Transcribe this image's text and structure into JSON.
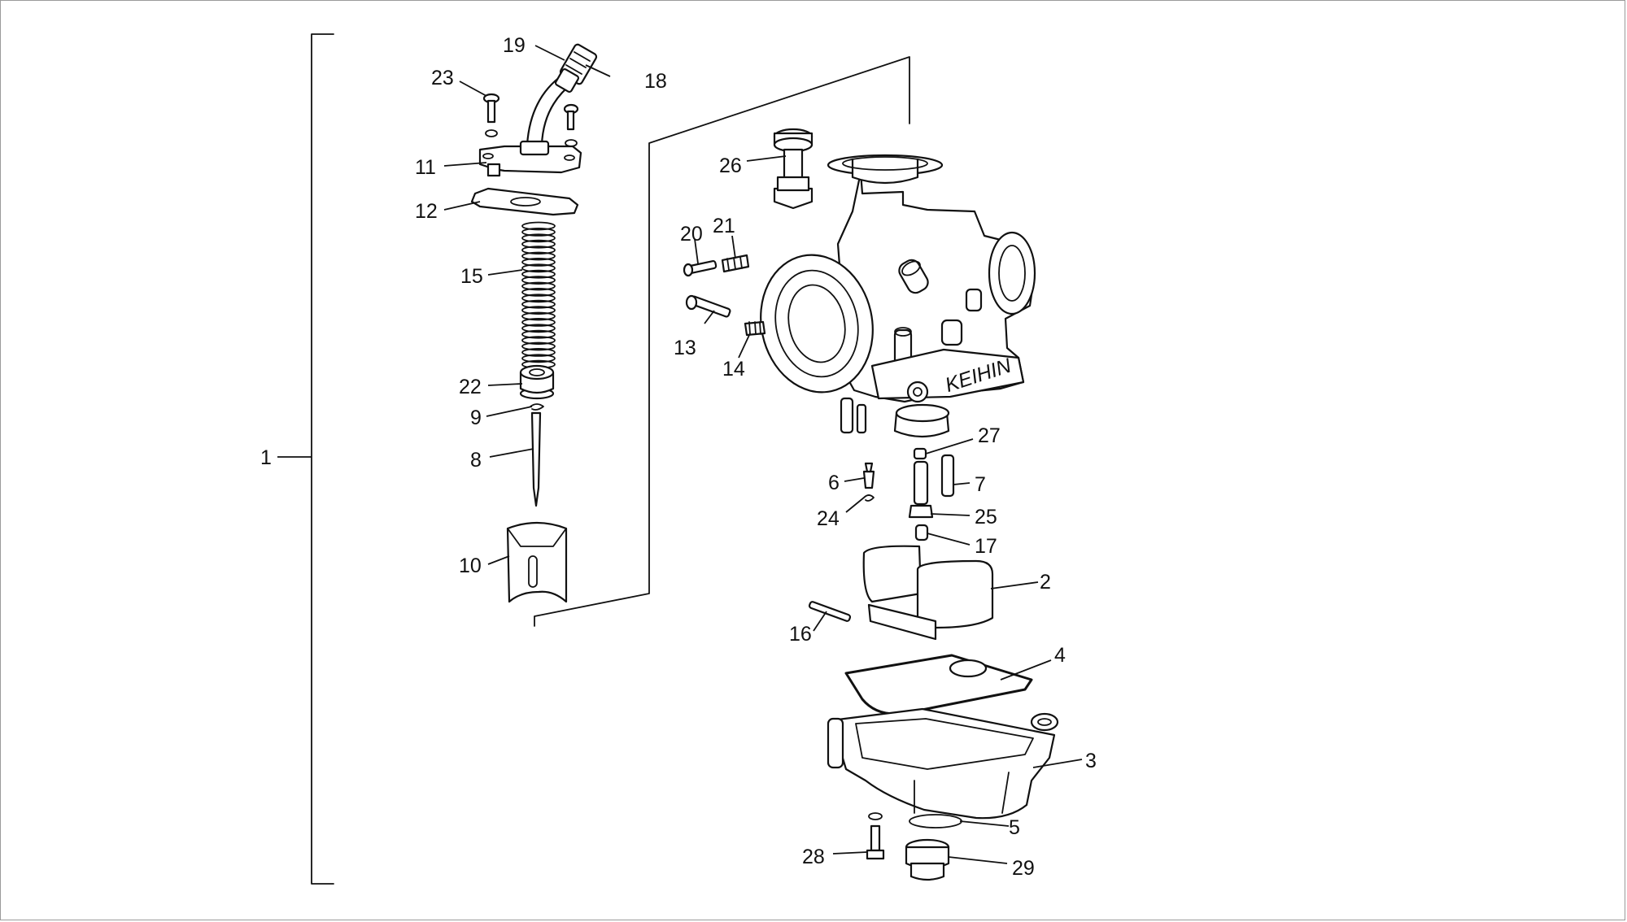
{
  "diagram": {
    "brand_marking": "KEIHIN",
    "callouts": [
      {
        "id": "c1",
        "text": "1"
      },
      {
        "id": "c2",
        "text": "2"
      },
      {
        "id": "c3",
        "text": "3"
      },
      {
        "id": "c4",
        "text": "4"
      },
      {
        "id": "c5",
        "text": "5"
      },
      {
        "id": "c6",
        "text": "6"
      },
      {
        "id": "c7",
        "text": "7"
      },
      {
        "id": "c8",
        "text": "8"
      },
      {
        "id": "c9",
        "text": "9"
      },
      {
        "id": "c10",
        "text": "10"
      },
      {
        "id": "c11",
        "text": "11"
      },
      {
        "id": "c12",
        "text": "12"
      },
      {
        "id": "c13",
        "text": "13"
      },
      {
        "id": "c14",
        "text": "14"
      },
      {
        "id": "c15",
        "text": "15"
      },
      {
        "id": "c16",
        "text": "16"
      },
      {
        "id": "c17",
        "text": "17"
      },
      {
        "id": "c18",
        "text": "18"
      },
      {
        "id": "c19",
        "text": "19"
      },
      {
        "id": "c20",
        "text": "20"
      },
      {
        "id": "c21",
        "text": "21"
      },
      {
        "id": "c22",
        "text": "22"
      },
      {
        "id": "c23",
        "text": "23"
      },
      {
        "id": "c24",
        "text": "24"
      },
      {
        "id": "c25",
        "text": "25"
      },
      {
        "id": "c26",
        "text": "26"
      },
      {
        "id": "c27",
        "text": "27"
      },
      {
        "id": "c28",
        "text": "28"
      },
      {
        "id": "c29",
        "text": "29"
      }
    ]
  }
}
